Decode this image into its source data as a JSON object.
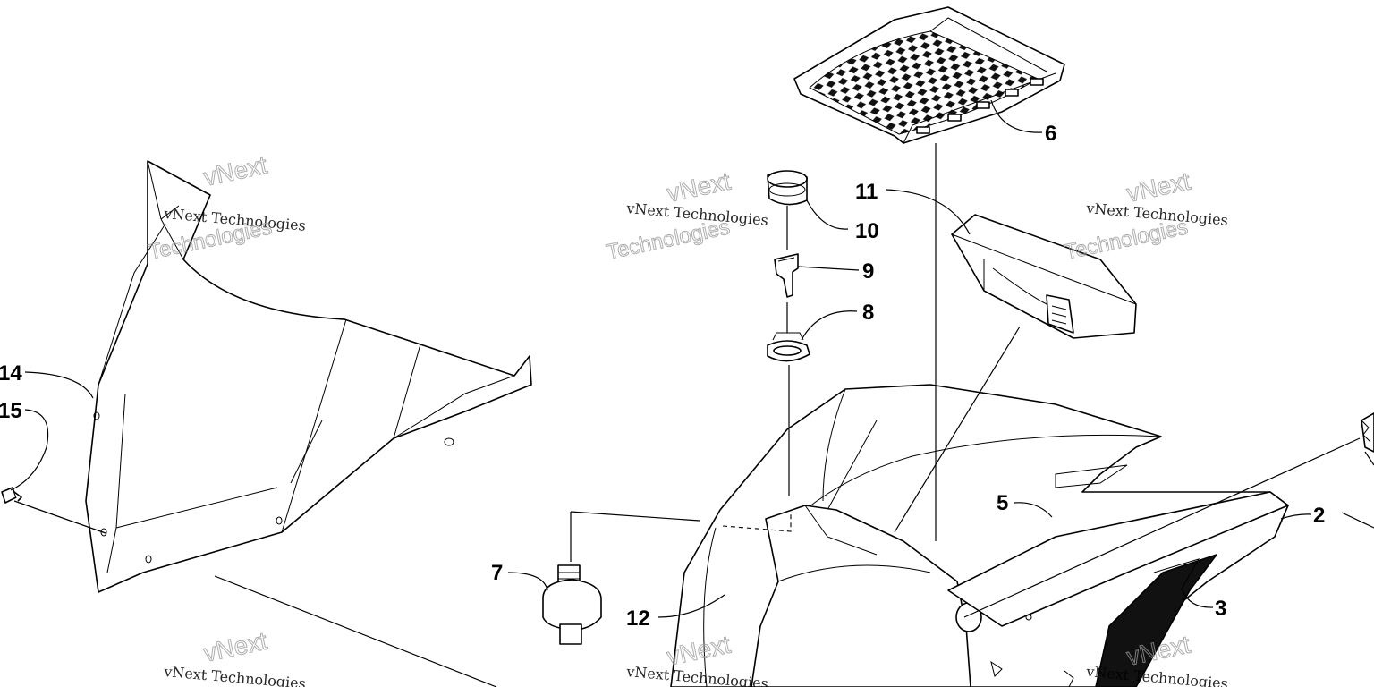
{
  "diagram": {
    "callouts": {
      "c2": "2",
      "c3": "3",
      "c5": "5",
      "c6": "6",
      "c7": "7",
      "c8": "8",
      "c9": "9",
      "c10": "10",
      "c11": "11",
      "c12": "12",
      "c14": "14",
      "c15": "15"
    },
    "watermark": {
      "line1": "vNext",
      "line2": "vNext Technologies",
      "line3": "Technologies"
    }
  }
}
